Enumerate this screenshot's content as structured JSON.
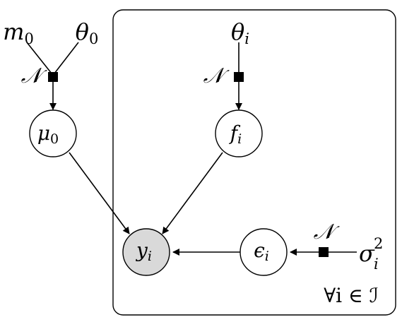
{
  "diagram": {
    "plate": {
      "label": "∀i ∈ ℐ"
    },
    "nodes": {
      "mu0": {
        "base": "μ",
        "sub": "0",
        "observed": false
      },
      "fi": {
        "base": "f",
        "sub": "i",
        "observed": false
      },
      "yi": {
        "base": "y",
        "sub": "i",
        "observed": true
      },
      "epsi": {
        "base": "ϵ",
        "sub": "i",
        "observed": false
      }
    },
    "params": {
      "m0": {
        "base": "m",
        "sub": "0"
      },
      "theta0": {
        "base": "θ",
        "sub": "0"
      },
      "thetai": {
        "base": "θ",
        "sub": "i"
      },
      "sigma2": {
        "base": "σ",
        "sup": "2",
        "sub": "i"
      }
    },
    "factors": {
      "f_mu0": {
        "label": "𝒩"
      },
      "f_fi": {
        "label": "𝒩"
      },
      "f_eps": {
        "label": "𝒩"
      }
    },
    "colors": {
      "observed_fill": "#d9d9d9",
      "latent_fill": "#ffffff",
      "stroke": "#000000"
    }
  }
}
